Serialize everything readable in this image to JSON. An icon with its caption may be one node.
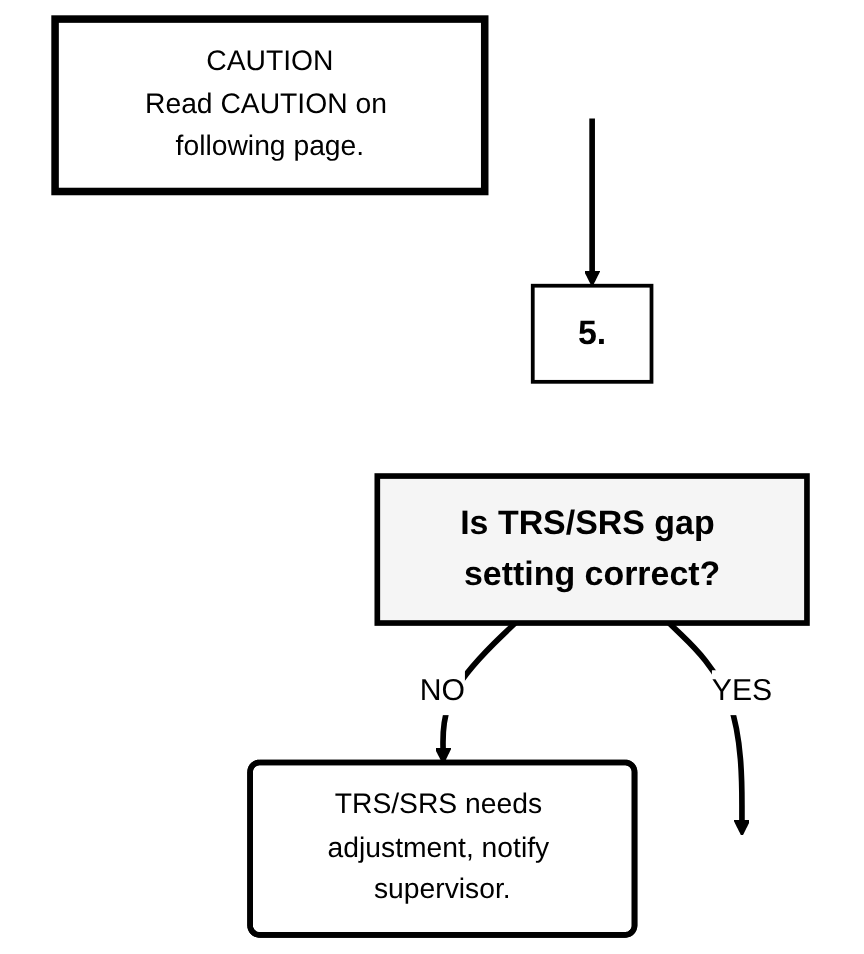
{
  "diagram": {
    "nodes": [
      {
        "text": [
          "5."
        ]
      },
      {
        "text": [
          "Is TRS/SRS gap setting correct?"
        ]
      },
      {
        "text": [
          "CAUTION",
          "Read CAUTION on following page."
        ]
      },
      {
        "text": [
          "TRS/SRS needs adjustment, notify supervisor."
        ]
      }
    ],
    "edges": [
      {
        "from": null,
        "to": 0,
        "arrow": "to"
      },
      {
        "from": 1,
        "to": 3,
        "arrow": "to",
        "label": "NO"
      },
      {
        "from": 1,
        "to": null,
        "arrow": "to",
        "label": "YES"
      }
    ]
  }
}
